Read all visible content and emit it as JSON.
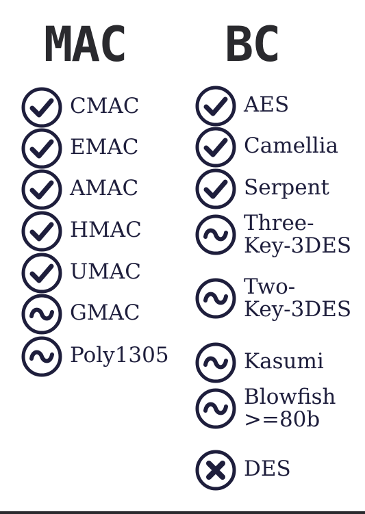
{
  "colors": {
    "ink": "#1e1e3c",
    "heading": "#2a2a2e",
    "background": "#ffffff"
  },
  "mac": {
    "heading": "MAC",
    "items": [
      {
        "label": "CMAC",
        "status": "check",
        "icon": "check-icon"
      },
      {
        "label": "EMAC",
        "status": "check",
        "icon": "check-icon"
      },
      {
        "label": "AMAC",
        "status": "check",
        "icon": "check-icon"
      },
      {
        "label": "HMAC",
        "status": "check",
        "icon": "check-icon"
      },
      {
        "label": "UMAC",
        "status": "check",
        "icon": "check-icon"
      },
      {
        "label": "GMAC",
        "status": "tilde",
        "icon": "tilde-icon"
      },
      {
        "label": "Poly1305",
        "status": "tilde",
        "icon": "tilde-icon"
      }
    ]
  },
  "bc": {
    "heading": "BC",
    "items": [
      {
        "label": "AES",
        "status": "check",
        "icon": "check-icon"
      },
      {
        "label": "Camellia",
        "status": "check",
        "icon": "check-icon"
      },
      {
        "label": "Serpent",
        "status": "check",
        "icon": "check-icon"
      },
      {
        "label": "Three-\nKey-3DES",
        "line1": "Three-",
        "line2": "Key-3DES",
        "status": "tilde",
        "icon": "tilde-icon"
      },
      {
        "label": "Two-\nKey-3DES",
        "line1": "Two-",
        "line2": "Key-3DES",
        "status": "tilde",
        "icon": "tilde-icon"
      },
      {
        "label": "Kasumi",
        "status": "tilde",
        "icon": "tilde-icon"
      },
      {
        "label": "Blowfish\n>=80b",
        "line1": "Blowfish",
        "line2": ">=80b",
        "status": "tilde",
        "icon": "tilde-icon"
      },
      {
        "label": "DES",
        "status": "cross",
        "icon": "cross-icon"
      }
    ]
  }
}
